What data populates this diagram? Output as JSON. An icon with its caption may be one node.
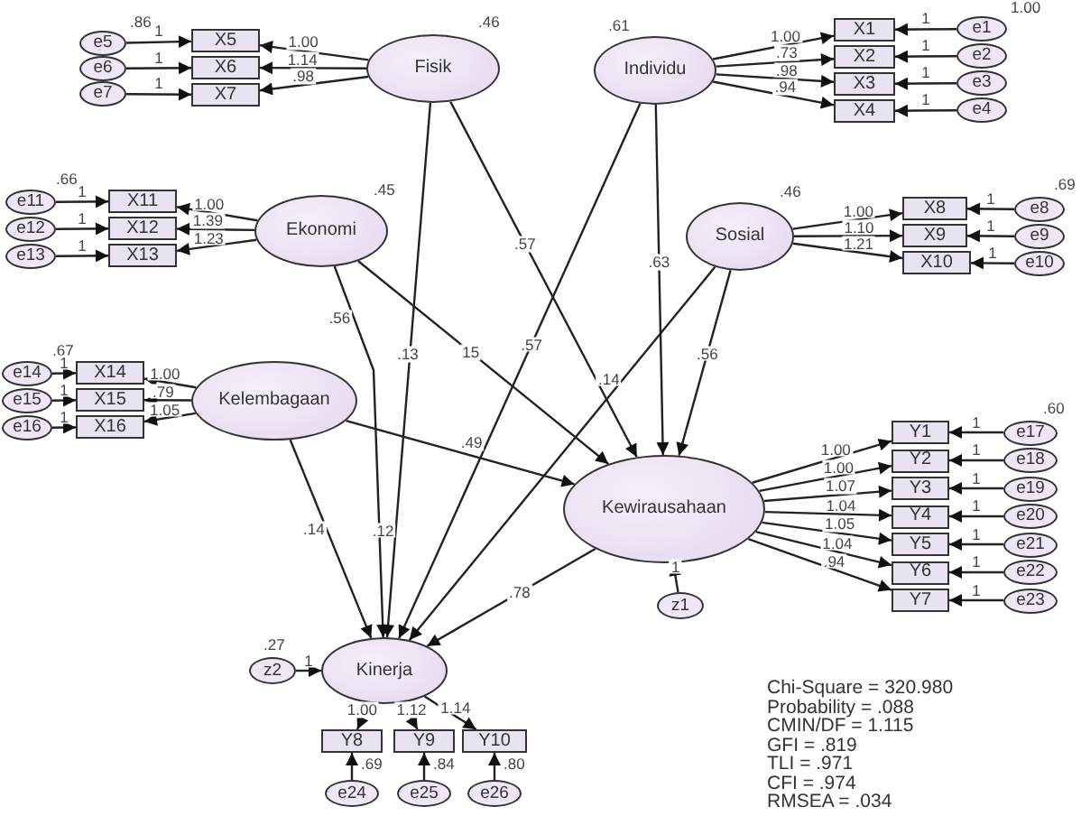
{
  "diagram": {
    "nodes": [
      {
        "text": [
          "e5"
        ],
        "beside": [
          ".86"
        ]
      },
      {
        "text": [
          "e6"
        ]
      },
      {
        "text": [
          "e7"
        ]
      },
      {
        "text": [
          "X5"
        ]
      },
      {
        "text": [
          "X6"
        ]
      },
      {
        "text": [
          "X7"
        ]
      },
      {
        "text": [
          "Fisik"
        ],
        "beside": [
          ".46"
        ]
      },
      {
        "text": [
          "Individu"
        ],
        "beside": [
          ".61"
        ]
      },
      {
        "text": [
          "X1"
        ]
      },
      {
        "text": [
          "X2"
        ]
      },
      {
        "text": [
          "X3"
        ]
      },
      {
        "text": [
          "X4"
        ]
      },
      {
        "text": [
          "e1"
        ],
        "beside": [
          "1.00"
        ]
      },
      {
        "text": [
          "e2"
        ]
      },
      {
        "text": [
          "e3"
        ]
      },
      {
        "text": [
          "e4"
        ]
      },
      {
        "text": [
          "e11"
        ],
        "beside": [
          ".66"
        ]
      },
      {
        "text": [
          "e12"
        ]
      },
      {
        "text": [
          "e13"
        ]
      },
      {
        "text": [
          "X11"
        ]
      },
      {
        "text": [
          "X12"
        ]
      },
      {
        "text": [
          "X13"
        ]
      },
      {
        "text": [
          "Ekonomi"
        ],
        "beside": [
          ".45"
        ]
      },
      {
        "text": [
          "Sosial"
        ],
        "beside": [
          ".46"
        ]
      },
      {
        "text": [
          "X8"
        ]
      },
      {
        "text": [
          "X9"
        ]
      },
      {
        "text": [
          "X10"
        ]
      },
      {
        "text": [
          "e8"
        ],
        "beside": [
          ".69"
        ]
      },
      {
        "text": [
          "e9"
        ]
      },
      {
        "text": [
          "e10"
        ]
      },
      {
        "text": [
          "e14"
        ],
        "beside": [
          ".67"
        ]
      },
      {
        "text": [
          "e15"
        ]
      },
      {
        "text": [
          "e16"
        ]
      },
      {
        "text": [
          "X14"
        ]
      },
      {
        "text": [
          "X15"
        ]
      },
      {
        "text": [
          "X16"
        ]
      },
      {
        "text": [
          "Kelembagaan"
        ]
      },
      {
        "text": [
          "Kewirausahaan"
        ]
      },
      {
        "text": [
          "Y1"
        ]
      },
      {
        "text": [
          "Y2"
        ]
      },
      {
        "text": [
          "Y3"
        ]
      },
      {
        "text": [
          "Y4"
        ]
      },
      {
        "text": [
          "Y5"
        ]
      },
      {
        "text": [
          "Y6"
        ]
      },
      {
        "text": [
          "Y7"
        ]
      },
      {
        "text": [
          "e17"
        ],
        "beside": [
          ".60"
        ]
      },
      {
        "text": [
          "e18"
        ]
      },
      {
        "text": [
          "e19"
        ]
      },
      {
        "text": [
          "e20"
        ]
      },
      {
        "text": [
          "e21"
        ]
      },
      {
        "text": [
          "e22"
        ]
      },
      {
        "text": [
          "e23"
        ]
      },
      {
        "text": [
          "z1"
        ]
      },
      {
        "text": [
          "z2"
        ],
        "beside": [
          ".27"
        ]
      },
      {
        "text": [
          "Kinerja"
        ]
      },
      {
        "text": [
          "Y8"
        ]
      },
      {
        "text": [
          "Y9"
        ]
      },
      {
        "text": [
          "Y10"
        ]
      },
      {
        "text": [
          "e24"
        ],
        "beside": [
          ".69"
        ]
      },
      {
        "text": [
          "e25"
        ],
        "beside": [
          ".84"
        ]
      },
      {
        "text": [
          "e26"
        ],
        "beside": [
          ".80"
        ]
      }
    ],
    "edges": [
      {
        "from": 6,
        "to": 3,
        "arrow": "to",
        "label": "1.00"
      },
      {
        "from": 6,
        "to": 4,
        "arrow": "to",
        "label": "1.14"
      },
      {
        "from": 6,
        "to": 5,
        "arrow": "to",
        "label": ".98"
      },
      {
        "from": 0,
        "to": 3,
        "arrow": "to",
        "label": "1"
      },
      {
        "from": 1,
        "to": 4,
        "arrow": "to",
        "label": "1"
      },
      {
        "from": 2,
        "to": 5,
        "arrow": "to",
        "label": "1"
      },
      {
        "from": 7,
        "to": 8,
        "arrow": "to",
        "label": "1.00"
      },
      {
        "from": 7,
        "to": 9,
        "arrow": "to",
        "label": ".73"
      },
      {
        "from": 7,
        "to": 10,
        "arrow": "to",
        "label": ".98"
      },
      {
        "from": 7,
        "to": 11,
        "arrow": "to",
        "label": ".94"
      },
      {
        "from": 12,
        "to": 8,
        "arrow": "to",
        "label": "1"
      },
      {
        "from": 13,
        "to": 9,
        "arrow": "to",
        "label": "1"
      },
      {
        "from": 14,
        "to": 10,
        "arrow": "to",
        "label": "1"
      },
      {
        "from": 15,
        "to": 11,
        "arrow": "to",
        "label": "1"
      },
      {
        "from": 22,
        "to": 19,
        "arrow": "to",
        "label": "1.00"
      },
      {
        "from": 22,
        "to": 20,
        "arrow": "to",
        "label": "1.39"
      },
      {
        "from": 22,
        "to": 21,
        "arrow": "to",
        "label": "1.23"
      },
      {
        "from": 16,
        "to": 19,
        "arrow": "to",
        "label": "1"
      },
      {
        "from": 17,
        "to": 20,
        "arrow": "to",
        "label": "1"
      },
      {
        "from": 18,
        "to": 21,
        "arrow": "to",
        "label": "1"
      },
      {
        "from": 23,
        "to": 24,
        "arrow": "to",
        "label": "1.00"
      },
      {
        "from": 23,
        "to": 25,
        "arrow": "to",
        "label": "1.10"
      },
      {
        "from": 23,
        "to": 26,
        "arrow": "to",
        "label": "1.21"
      },
      {
        "from": 27,
        "to": 24,
        "arrow": "to",
        "label": "1"
      },
      {
        "from": 28,
        "to": 25,
        "arrow": "to",
        "label": "1"
      },
      {
        "from": 29,
        "to": 26,
        "arrow": "to",
        "label": "1"
      },
      {
        "from": 36,
        "to": 33,
        "arrow": "to",
        "label": "1.00"
      },
      {
        "from": 36,
        "to": 34,
        "arrow": "to",
        "label": ".79"
      },
      {
        "from": 36,
        "to": 35,
        "arrow": "to",
        "label": "1.05"
      },
      {
        "from": 30,
        "to": 33,
        "arrow": "to",
        "label": "1"
      },
      {
        "from": 31,
        "to": 34,
        "arrow": "to",
        "label": "1"
      },
      {
        "from": 32,
        "to": 35,
        "arrow": "to",
        "label": "1"
      },
      {
        "from": 37,
        "to": 38,
        "arrow": "to",
        "label": "1.00"
      },
      {
        "from": 37,
        "to": 39,
        "arrow": "to",
        "label": "1.00"
      },
      {
        "from": 37,
        "to": 40,
        "arrow": "to",
        "label": "1.07"
      },
      {
        "from": 37,
        "to": 41,
        "arrow": "to",
        "label": "1.04"
      },
      {
        "from": 37,
        "to": 42,
        "arrow": "to",
        "label": "1.05"
      },
      {
        "from": 37,
        "to": 43,
        "arrow": "to",
        "label": "1.04"
      },
      {
        "from": 37,
        "to": 44,
        "arrow": "to",
        "label": ".94"
      },
      {
        "from": 45,
        "to": 38,
        "arrow": "to",
        "label": "1"
      },
      {
        "from": 46,
        "to": 39,
        "arrow": "to",
        "label": "1"
      },
      {
        "from": 47,
        "to": 40,
        "arrow": "to",
        "label": "1"
      },
      {
        "from": 48,
        "to": 41,
        "arrow": "to",
        "label": "1"
      },
      {
        "from": 49,
        "to": 42,
        "arrow": "to",
        "label": "1"
      },
      {
        "from": 50,
        "to": 43,
        "arrow": "to",
        "label": "1"
      },
      {
        "from": 51,
        "to": 44,
        "arrow": "to",
        "label": "1"
      },
      {
        "from": 52,
        "to": 37,
        "arrow": "to",
        "label": "1"
      },
      {
        "from": 53,
        "to": 54,
        "arrow": "to",
        "label": "1"
      },
      {
        "from": 54,
        "to": 55,
        "arrow": "to",
        "label": "1.00"
      },
      {
        "from": 54,
        "to": 56,
        "arrow": "to",
        "label": "1.12"
      },
      {
        "from": 54,
        "to": 57,
        "arrow": "to",
        "label": "1.14"
      },
      {
        "from": 58,
        "to": 55,
        "arrow": "to"
      },
      {
        "from": 59,
        "to": 56,
        "arrow": "to"
      },
      {
        "from": 60,
        "to": 57,
        "arrow": "to"
      },
      {
        "from": 6,
        "to": 37,
        "arrow": "to",
        "label": ".57"
      },
      {
        "from": 6,
        "to": 54,
        "arrow": "to",
        "label": ".12"
      },
      {
        "from": 7,
        "to": 37,
        "arrow": "to",
        "label": ".63"
      },
      {
        "from": 7,
        "to": 54,
        "arrow": "to",
        "label": ".57"
      },
      {
        "from": 22,
        "to": 37,
        "arrow": "to",
        "label": "15"
      },
      {
        "from": 22,
        "to": 54,
        "arrow": "to",
        "label": ".56"
      },
      {
        "from": 23,
        "to": 37,
        "arrow": "to",
        "label": ".56"
      },
      {
        "from": 23,
        "to": 54,
        "arrow": "to",
        "label": ".14"
      },
      {
        "from": 36,
        "to": 37,
        "arrow": "to",
        "label": ".49"
      },
      {
        "from": 36,
        "to": 54,
        "arrow": "to",
        "label": ".14"
      },
      {
        "from": 37,
        "to": 54,
        "arrow": "to",
        "label": ".78"
      }
    ],
    "labels": [
      ".13",
      "Chi-Square = 320.980",
      "Probability = .088",
      "CMIN/DF = 1.115",
      "GFI = .819",
      "TLI = .971",
      "CFI = .974",
      "RMSEA = .034"
    ]
  }
}
